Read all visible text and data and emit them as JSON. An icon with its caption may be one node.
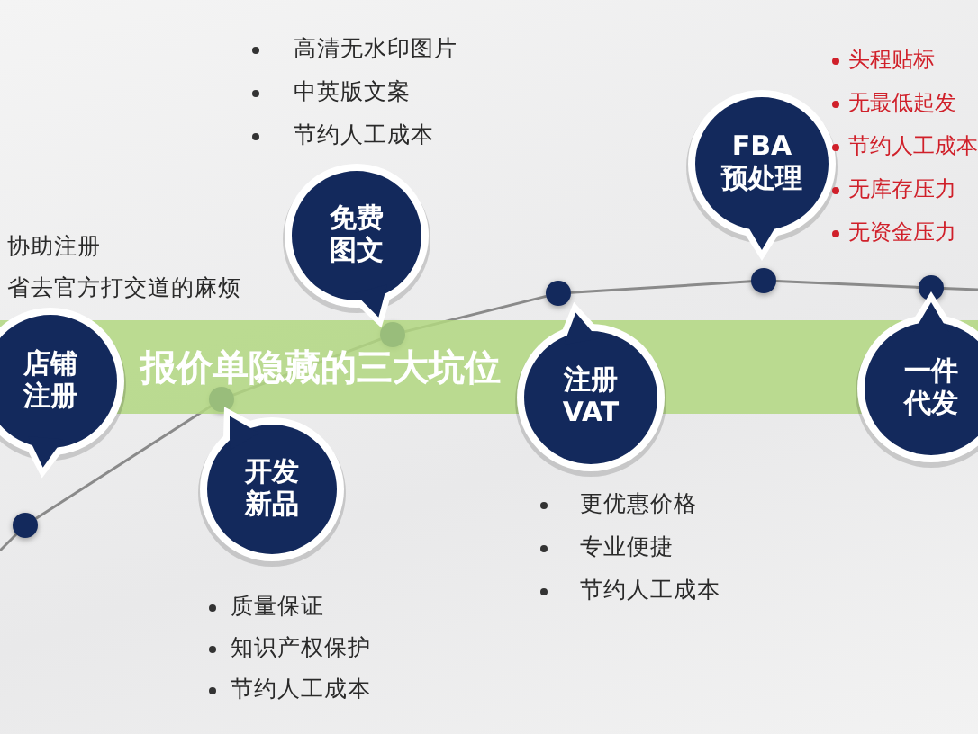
{
  "diagram": {
    "title": "报价单隐藏的三大坑位",
    "nodes": [
      {
        "text": [
          "店铺注册"
        ],
        "beside": [
          "协助注册",
          "省去官方打交道的麻烦"
        ]
      },
      {
        "text": [
          "免费图文"
        ],
        "beside": [
          "高清无水印图片",
          "中英版文案",
          "节约人工成本"
        ]
      },
      {
        "text": [
          "开发新品"
        ],
        "beside": [
          "质量保证",
          "知识产权保护",
          "节约人工成本"
        ]
      },
      {
        "text": [
          "注册 VAT"
        ],
        "beside": [
          "更优惠价格",
          "专业便捷",
          "节约人工成本"
        ]
      },
      {
        "text": [
          "FBA 预处理"
        ],
        "beside": [
          "头程贴标",
          "无最低起发",
          "节约人工成本",
          "无库存压力",
          "无资金压力"
        ]
      },
      {
        "text": [
          "一件代发"
        ]
      },
      {
        "text": [],
        "shape": "circle"
      },
      {
        "text": [],
        "shape": "circle"
      },
      {
        "text": [],
        "shape": "circle"
      },
      {
        "text": [],
        "shape": "circle"
      },
      {
        "text": [],
        "shape": "circle"
      },
      {
        "text": [],
        "shape": "circle"
      }
    ],
    "edges": [
      {
        "from": 6,
        "to": 7,
        "arrow": "none"
      },
      {
        "from": 7,
        "to": 8,
        "arrow": "none"
      },
      {
        "from": 8,
        "to": 9,
        "arrow": "none"
      },
      {
        "from": 9,
        "to": 10,
        "arrow": "none"
      },
      {
        "from": 10,
        "to": 11,
        "arrow": "none"
      }
    ]
  }
}
